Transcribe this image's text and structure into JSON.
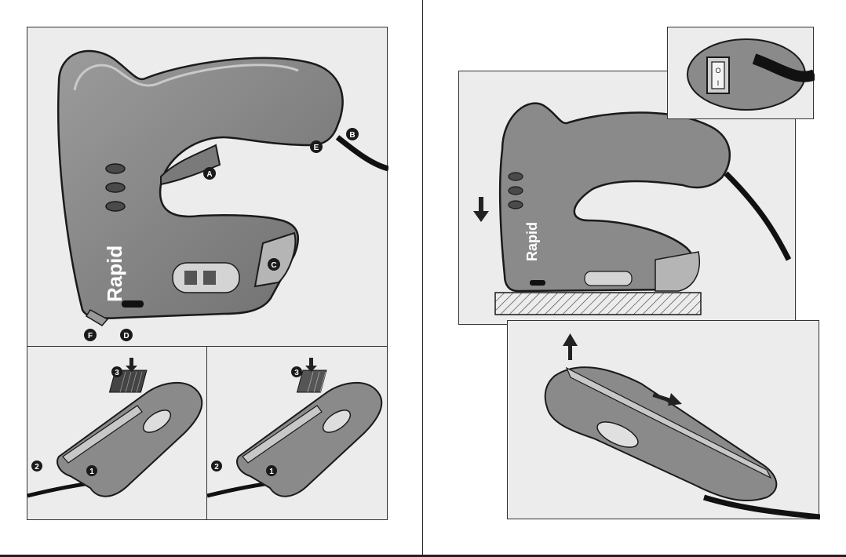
{
  "brand": "Rapid",
  "part_labels": [
    "A",
    "B",
    "C",
    "D",
    "E",
    "F"
  ],
  "step_labels": [
    "1",
    "2",
    "3"
  ],
  "switch_marks": [
    "O",
    "I"
  ],
  "colors": {
    "tool_body": "#8a8a8a",
    "tool_outline": "#1a1a1a",
    "panel_bg": "#ececec",
    "cord": "#111111",
    "badge": "#1a1a1a"
  },
  "icons": [
    "down-arrow-icon",
    "up-arrow-icon",
    "right-arrow-icon",
    "power-switch-icon",
    "hatched-surface"
  ]
}
